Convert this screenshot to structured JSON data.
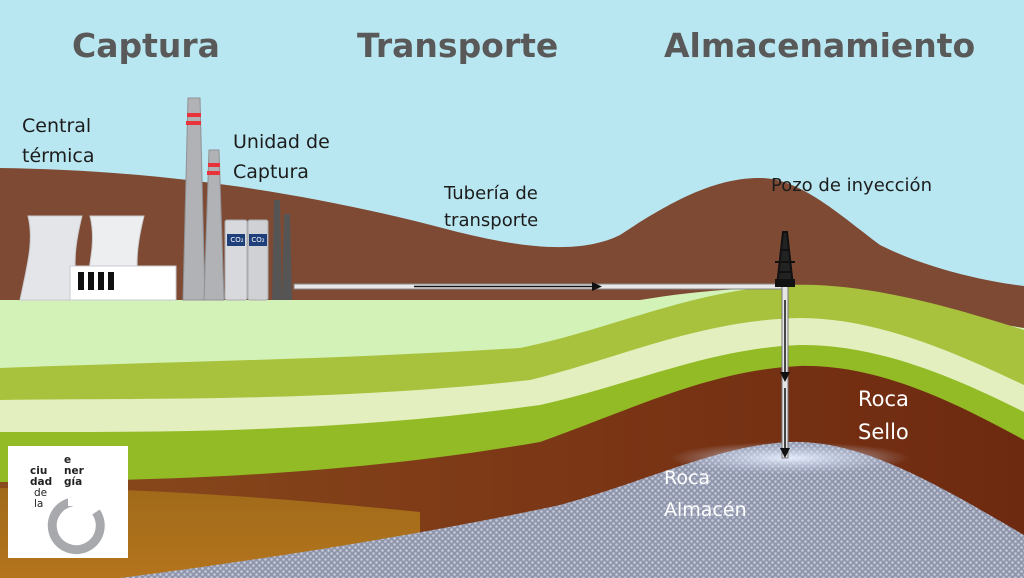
{
  "stages": {
    "capture": "Captura",
    "transport": "Transporte",
    "storage": "Almacenamiento"
  },
  "labels": {
    "power_plant_line1": "Central",
    "power_plant_line2": "térmica",
    "capture_unit_line1": "Unidad de",
    "capture_unit_line2": "Captura",
    "pipeline_line1": "Tubería de",
    "pipeline_line2": "transporte",
    "injection_well": "Pozo de inyección",
    "seal_rock_line1": "Roca",
    "seal_rock_line2": "Sello",
    "storage_rock_line1": "Roca",
    "storage_rock_line2": "Almacén",
    "co2_tank": "CO₂"
  },
  "logo": {
    "line1": "ciu",
    "line2": "dad",
    "line3": "de",
    "line4": "la",
    "line5": "e",
    "line6": "ner",
    "line7": "gía"
  },
  "colors": {
    "sky": "#b9e7f1",
    "hills": "#7e4a33",
    "light_green_layer": "#d3f2b8",
    "green_layer": "#92bb25",
    "seal_rock": "#7a2f10",
    "storage_rock": "#9fa4b8",
    "stage_titles": "#595959"
  }
}
